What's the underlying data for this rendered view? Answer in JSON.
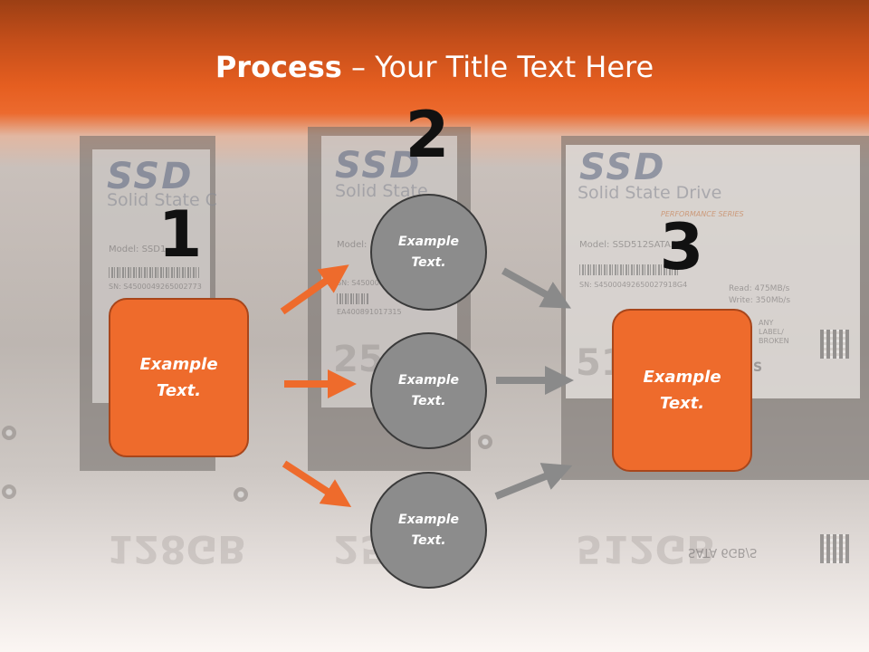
{
  "title": {
    "bold": "Process",
    "rest": " – Your Title Text Here"
  },
  "steps": [
    "1",
    "2",
    "3"
  ],
  "left_box": {
    "line1": "Example",
    "line2": "Text."
  },
  "circles": [
    {
      "line1": "Example",
      "line2": "Text."
    },
    {
      "line1": "Example",
      "line2": "Text."
    },
    {
      "line1": "Example",
      "line2": "Text."
    }
  ],
  "right_box": {
    "line1": "Example",
    "line2": "Text."
  },
  "background": {
    "brand": "SSD",
    "subtitle_short": "Solid State C",
    "subtitle_mid": "Solid State",
    "subtitle_full": "Solid State Drive",
    "series": "PERFORMANCE SERIES",
    "model_short": "Model: SSD1",
    "model_mid": "Model:",
    "model_full": "Model: SSD512SATA3S",
    "sn_short": "SN: S4500049265002773",
    "sn_mid": "SN: S4500049",
    "sn_full": "SN: S45000492650027918G4",
    "ea_mid": "EA400891017315",
    "read": "Read: 475MB/s",
    "write": "Write: 350Mb/s",
    "cap_left": "128GB",
    "cap_mid": "25",
    "cap_right": "51",
    "cap_right_refl": "512GB",
    "sata": "SATA 6GB/S",
    "label_note": "ANY LABEL/ BROKEN",
    "s_letter": "S"
  },
  "colors": {
    "accent": "#ee6b2c",
    "accent_border": "#a8461b",
    "circle_fill": "#8c8c8c",
    "orange_arrow": "#ee6b2c",
    "gray_arrow": "#8a8a8a"
  }
}
